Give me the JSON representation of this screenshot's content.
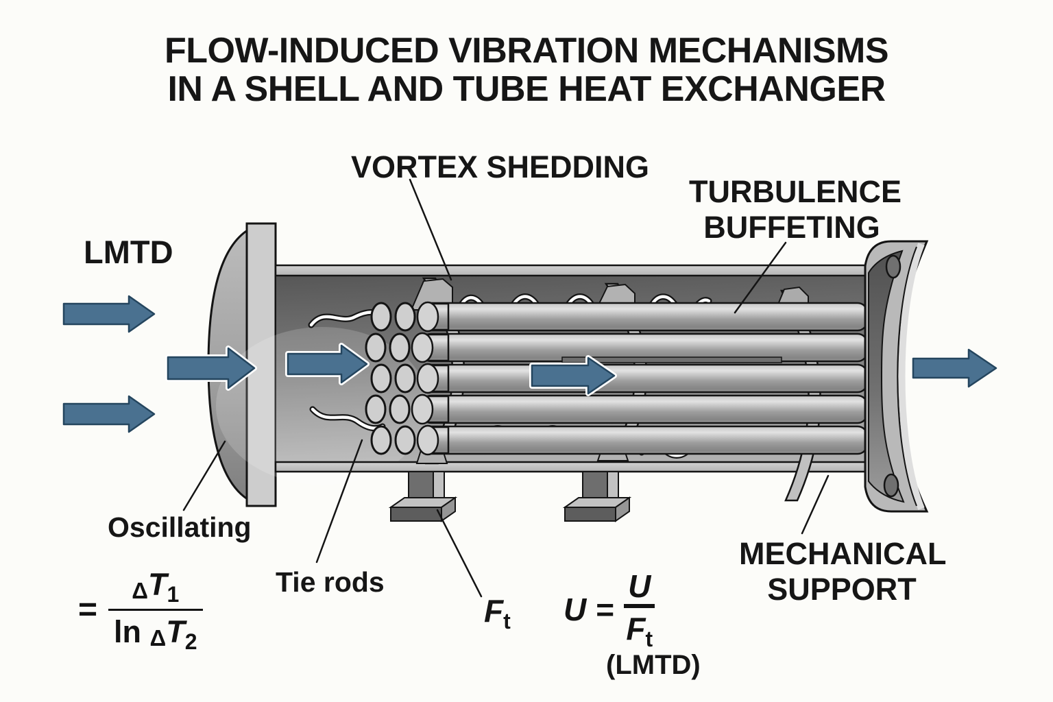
{
  "title": {
    "line1": "FLOW-INDUCED VIBRATION MECHANISMS",
    "line2": "IN A SHELL AND TUBE HEAT EXCHANGER"
  },
  "labels": {
    "vortex_shedding": "VORTEX SHEDDING",
    "turbulence_line1": "TURBULENCE",
    "turbulence_line2": "BUFFETING",
    "lmtd": "LMTD",
    "oscillating": "Oscillating",
    "tie_rods": "Tie rods",
    "mechanical_line1": "MECHANICAL",
    "mechanical_line2": "SUPPORT"
  },
  "formulas": {
    "lmtd": {
      "equals": "=",
      "numerator": {
        "delta": "Δ",
        "variable": "T",
        "subscript": "1"
      },
      "denominator": {
        "ln": "ln",
        "delta": "Δ",
        "variable": "T",
        "subscript": "2"
      }
    },
    "ft": {
      "variable": "F",
      "subscript": "t"
    },
    "u": {
      "lhs": "U",
      "equals": "=",
      "numerator": "U",
      "denominator": {
        "variable": "F",
        "subscript": "t"
      },
      "note": "(LMTD)"
    }
  },
  "diagram": {
    "flow_direction": "left-to-right",
    "inlet_arrow_count": 3,
    "internal_arrow_count": 2,
    "outlet_arrow_count": 1,
    "baffle_count": 3,
    "tube_row_count": 5,
    "support_foot_count": 2
  },
  "colors": {
    "arrow_fill": "#4a7190",
    "arrow_outline": "#24455e",
    "metal_light": "#cdcdcd",
    "metal_mid": "#9a9a9a",
    "metal_dark": "#5a5a5a",
    "outline": "#141414",
    "background": "#fcfcf9"
  }
}
